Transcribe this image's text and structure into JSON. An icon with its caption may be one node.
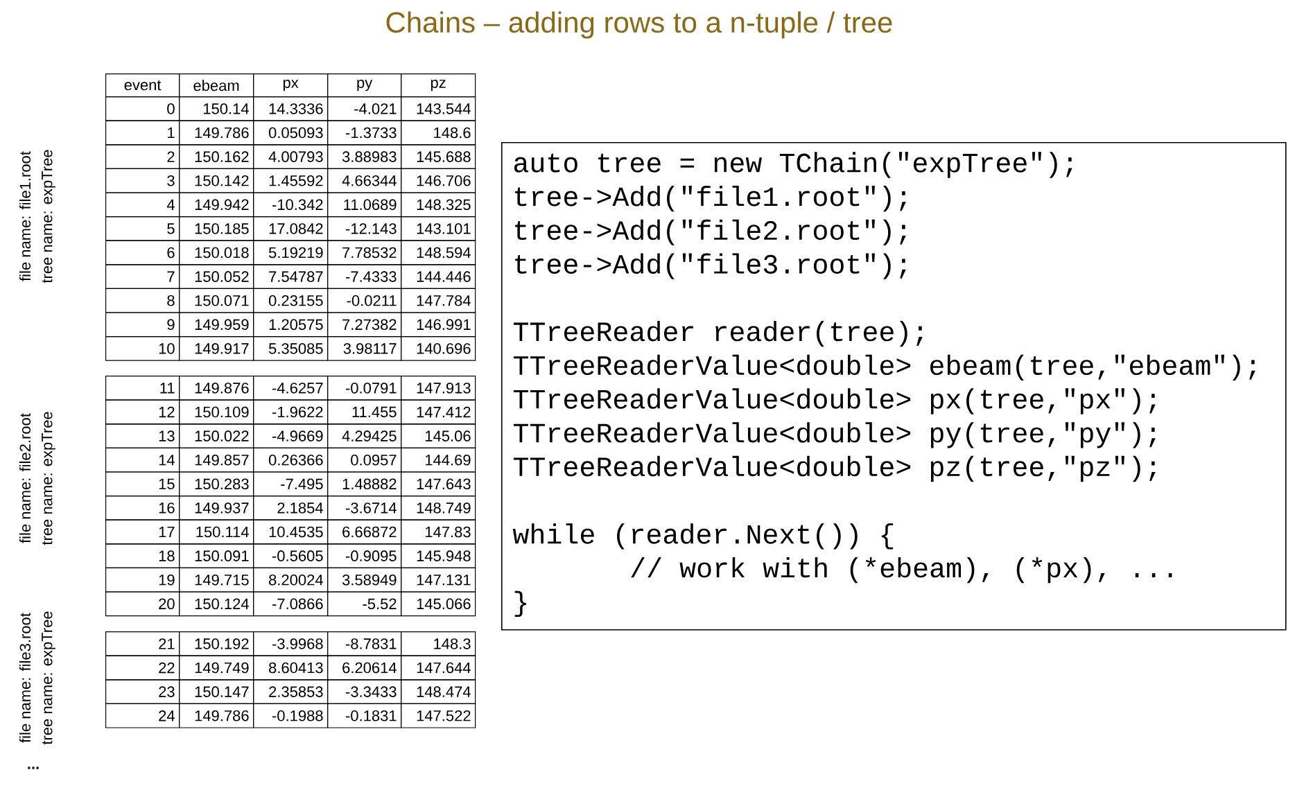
{
  "diagram": {
    "title": "Chains – adding rows to a n-tuple / tree",
    "nodes": [
      {
        "text": [
          "auto tree = new TChain(\"expTree\");",
          "tree->Add(\"file1.root\");",
          "tree->Add(\"file2.root\");",
          "tree->Add(\"file3.root\");",
          "TTreeReader reader(tree);",
          "TTreeReaderValue<double> ebeam(tree,\"ebeam\");",
          "TTreeReaderValue<double> px(tree,\"px\");",
          "TTreeReaderValue<double> py(tree,\"py\");",
          "TTreeReaderValue<double> pz(tree,\"pz\");",
          "while (reader.Next()) {",
          "// work with (*ebeam), (*px), ...",
          "}"
        ]
      }
    ],
    "edges": [],
    "labels": [
      "event",
      "ebeam",
      "px",
      "py",
      "pz",
      "0",
      "150.14",
      "14.3336",
      "-4.021",
      "143.544",
      "1",
      "149.786",
      "0.05093",
      "-1.3733",
      "148.6",
      "2",
      "150.162",
      "4.00793",
      "3.88983",
      "145.688",
      "3",
      "150.142",
      "1.45592",
      "4.66344",
      "146.706",
      "4",
      "149.942",
      "-10.342",
      "11.0689",
      "148.325",
      "5",
      "150.185",
      "17.0842",
      "-12.143",
      "143.101",
      "6",
      "150.018",
      "5.19219",
      "7.78532",
      "148.594",
      "7",
      "150.052",
      "7.54787",
      "-7.4333",
      "144.446",
      "8",
      "150.071",
      "0.23155",
      "-0.0211",
      "147.784",
      "9",
      "149.959",
      "1.20575",
      "7.27382",
      "146.991",
      "10",
      "149.917",
      "5.35085",
      "3.98117",
      "140.696",
      "11",
      "149.876",
      "-4.6257",
      "-0.0791",
      "147.913",
      "12",
      "150.109",
      "-1.9622",
      "11.455",
      "147.412",
      "13",
      "150.022",
      "-4.9669",
      "4.29425",
      "145.06",
      "14",
      "149.857",
      "0.26366",
      "0.0957",
      "144.69",
      "15",
      "150.283",
      "-7.495",
      "1.48882",
      "147.643",
      "16",
      "149.937",
      "2.1854",
      "-3.6714",
      "148.749",
      "17",
      "150.114",
      "10.4535",
      "6.66872",
      "147.83",
      "18",
      "150.091",
      "-0.5605",
      "-0.9095",
      "145.948",
      "19",
      "149.715",
      "8.20024",
      "3.58949",
      "147.131",
      "20",
      "150.124",
      "-7.0866",
      "-5.52",
      "145.066",
      "21",
      "150.192",
      "-3.9968",
      "-8.7831",
      "148.3",
      "22",
      "149.749",
      "8.60413",
      "6.20614",
      "147.644",
      "23",
      "150.147",
      "2.35853",
      "-3.3433",
      "148.474",
      "24",
      "149.786",
      "-0.1988",
      "-0.1831",
      "147.522",
      "file name: file1.root",
      "tree name: expTree",
      "file name: file2.root",
      "tree name: expTree",
      "file name: file3.root",
      "tree name: expTree",
      "..."
    ]
  }
}
